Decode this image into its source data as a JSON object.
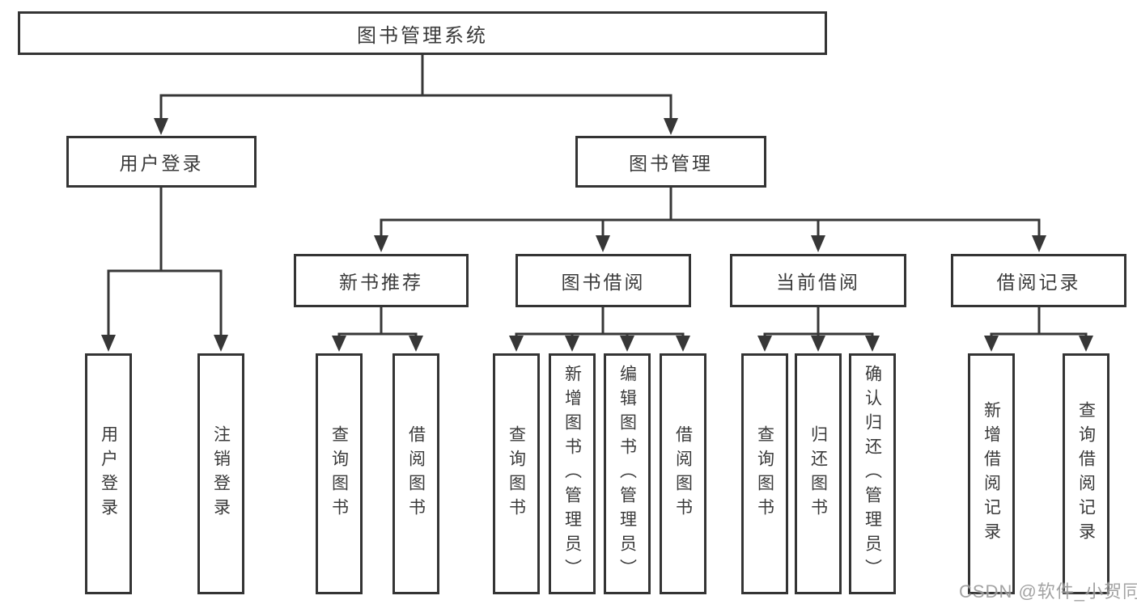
{
  "diagram": {
    "title_hint": "library-management-system-function-structure",
    "root": {
      "label": "图书管理系统"
    },
    "branches": [
      {
        "label": "用户登录",
        "children": [
          {
            "label": "用户登录"
          },
          {
            "label": "注销登录"
          }
        ]
      },
      {
        "label": "图书管理",
        "sections": [
          {
            "label": "新书推荐",
            "children": [
              {
                "label": "查询图书"
              },
              {
                "label": "借阅图书"
              }
            ]
          },
          {
            "label": "图书借阅",
            "children": [
              {
                "label": "查询图书"
              },
              {
                "label": "新增图书（管理员）"
              },
              {
                "label": "编辑图书（管理员）"
              },
              {
                "label": "借阅图书"
              }
            ]
          },
          {
            "label": "当前借阅",
            "children": [
              {
                "label": "查询图书"
              },
              {
                "label": "归还图书"
              },
              {
                "label": "确认归还（管理员）"
              }
            ]
          },
          {
            "label": "借阅记录",
            "children": [
              {
                "label": "新增借阅记录"
              },
              {
                "label": "查询借阅记录"
              }
            ]
          }
        ]
      }
    ],
    "watermark": "CSDN @软件_小贺同学",
    "colors": {
      "line": "#373737",
      "box_border": "#343434",
      "text": "#3a3a3a",
      "watermark": "#8c8c8c",
      "background": "#ffffff"
    }
  }
}
